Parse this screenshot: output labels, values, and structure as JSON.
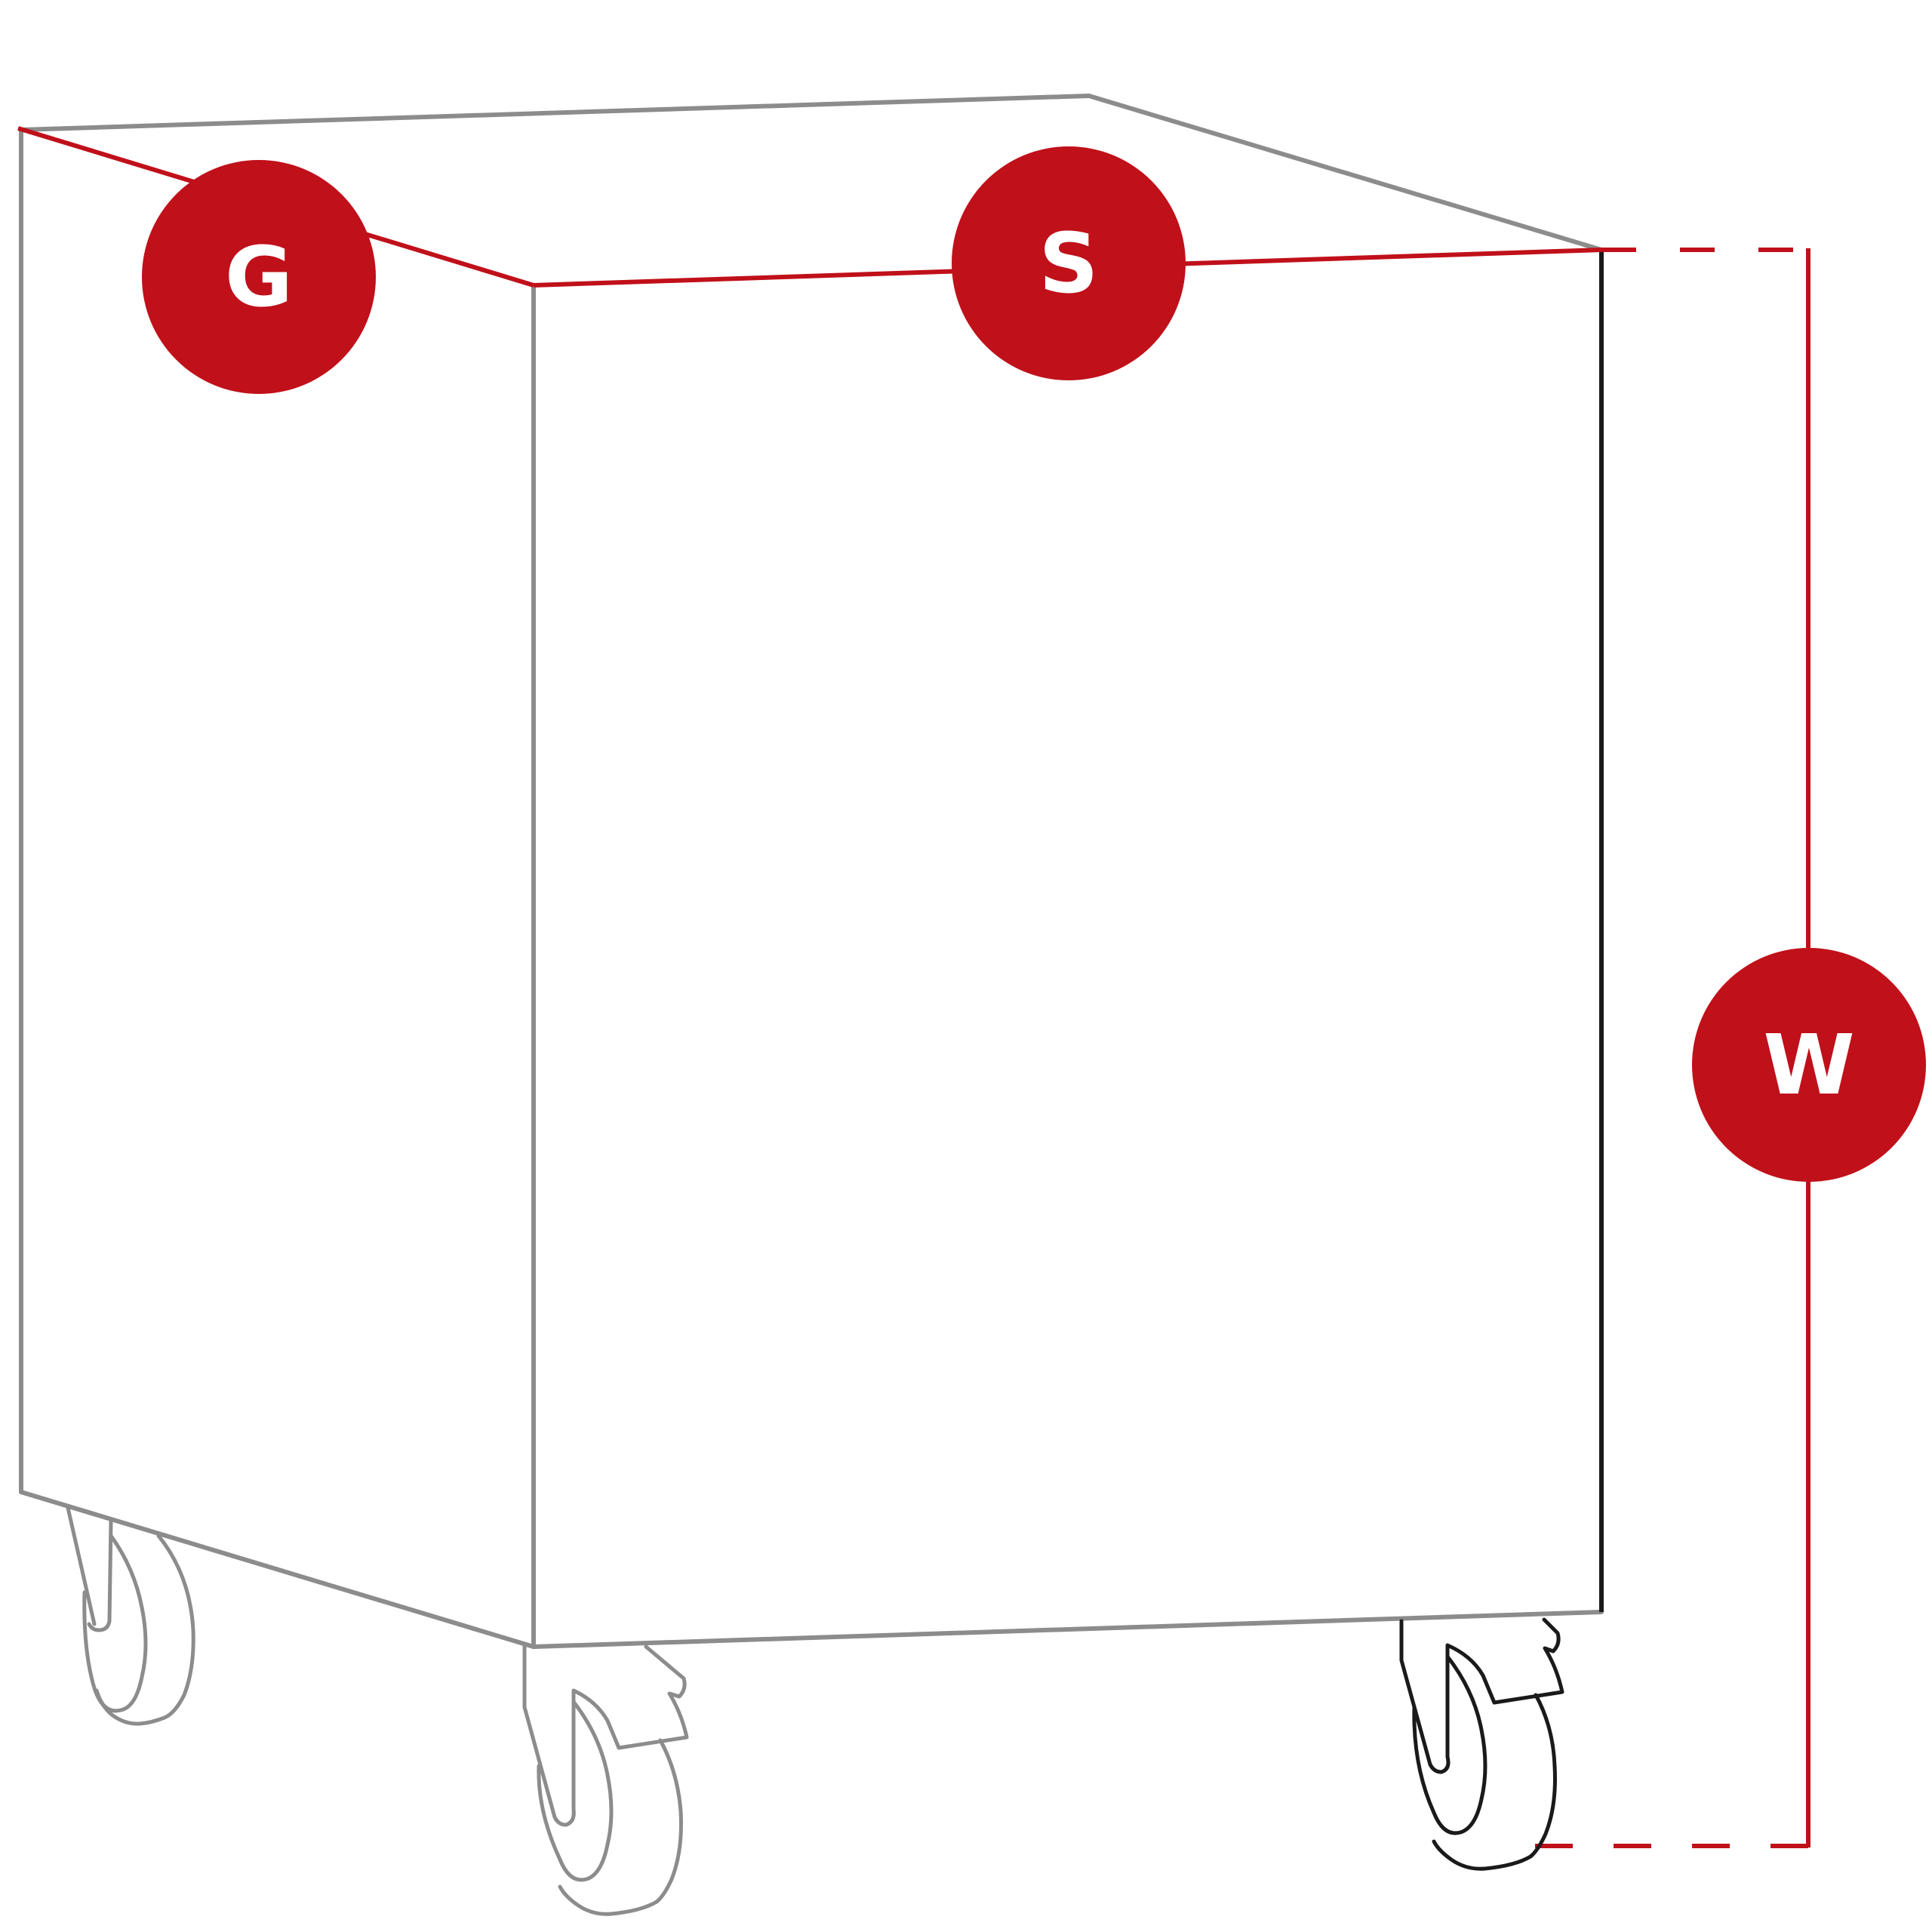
{
  "diagram": {
    "badges": {
      "depth": "G",
      "width": "S",
      "height": "W"
    },
    "colors": {
      "accent": "#c0101a",
      "outline_gray": "#8c8c8c",
      "outline_dark": "#1a1a1a",
      "badge_text": "#ffffff",
      "background": "#ffffff"
    }
  }
}
